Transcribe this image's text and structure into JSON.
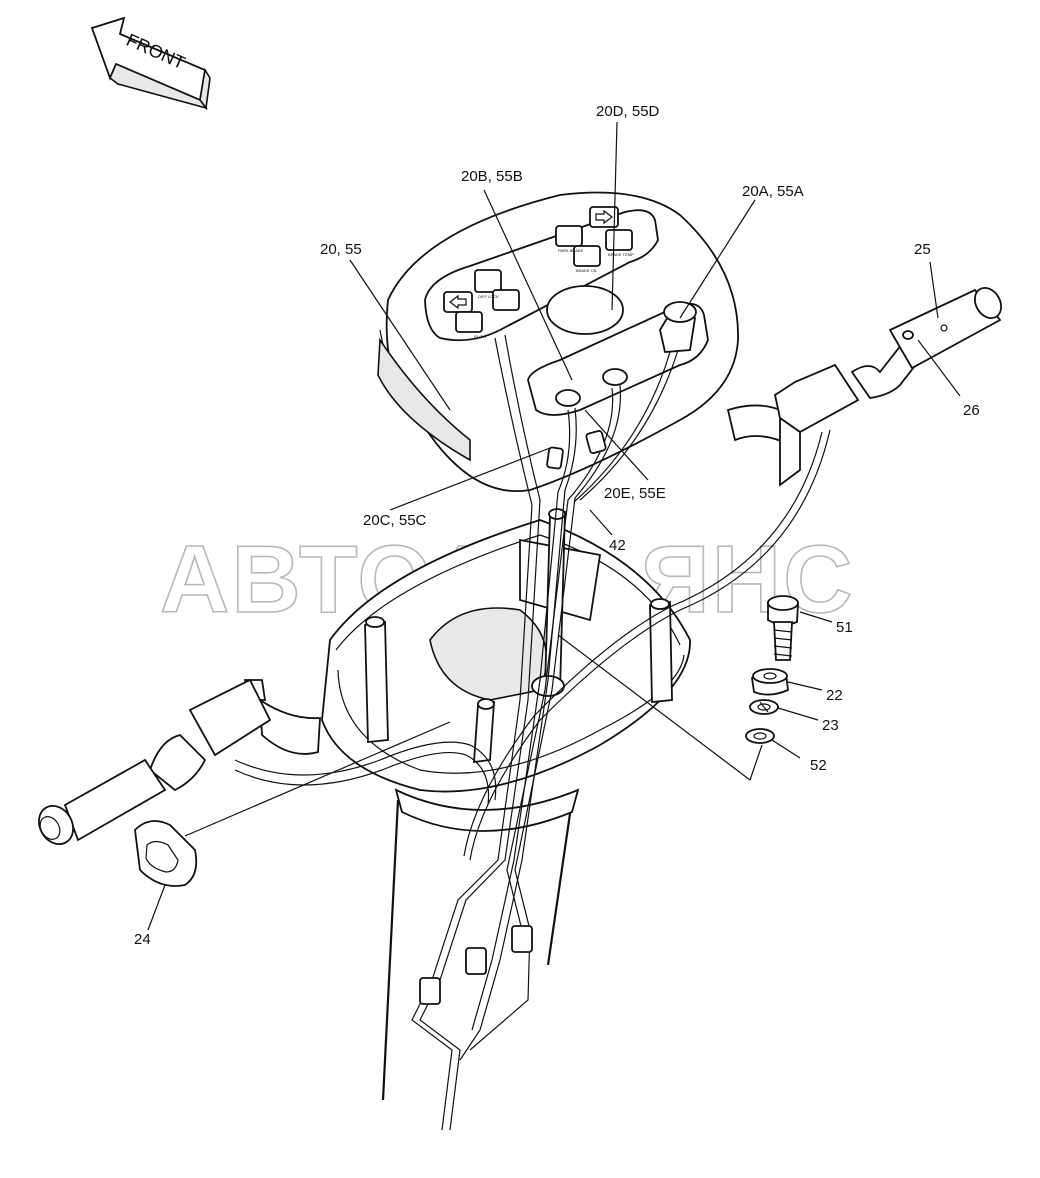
{
  "direction_label": "FRONT",
  "watermark": "АВТОАЛЬЯНС",
  "callouts": {
    "c20d": "20D, 55D",
    "c20b": "20B, 55B",
    "c20a": "20A, 55A",
    "c20": "20, 55",
    "c25": "25",
    "c26": "26",
    "c20e": "20E, 55E",
    "c20c": "20C, 55C",
    "c42": "42",
    "c51": "51",
    "c22": "22",
    "c23": "23",
    "c52": "52",
    "c24": "24"
  },
  "panel_labels": {
    "park_brake": "PARK BRAKE",
    "brake_oil": "BRAKE OIL",
    "brake_temp": "BRAKE TEMP",
    "diff_lock": "DIFF LOCK",
    "glow": "GLOW"
  }
}
